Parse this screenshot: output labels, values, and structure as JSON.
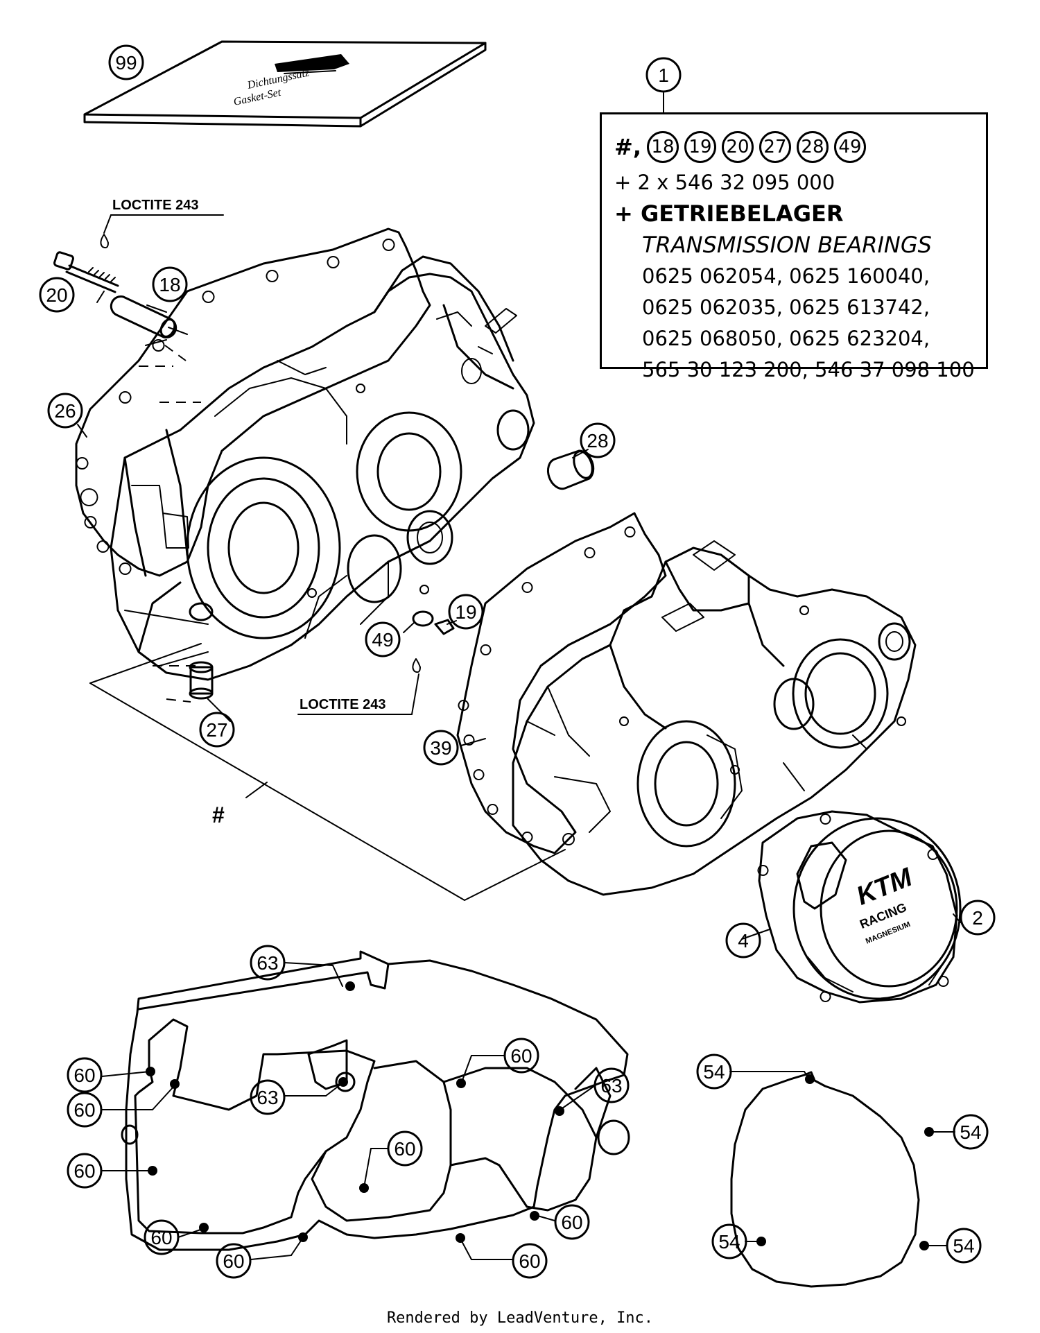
{
  "callouts": {
    "c99": "99",
    "c1": "1",
    "c20": "20",
    "c18": "18",
    "c26": "26",
    "c28": "28",
    "c19": "19",
    "c49": "49",
    "c27": "27",
    "c39": "39",
    "c2": "2",
    "c4": "4",
    "c63a": "63",
    "c63b": "63",
    "c63c": "63",
    "c60a": "60",
    "c60b": "60",
    "c60c": "60",
    "c60d": "60",
    "c60e": "60",
    "c60f": "60",
    "c60g": "60",
    "c60h": "60",
    "c60i": "60",
    "c54a": "54",
    "c54b": "54",
    "c54c": "54",
    "c54d": "54"
  },
  "labels": {
    "loctite_top": "LOCTITE 243",
    "loctite_mid": "LOCTITE 243",
    "hash": "#"
  },
  "gasket_set": {
    "line1": "Dichtungssatz",
    "line2": "Gasket-Set"
  },
  "info_box": {
    "hash": "#,",
    "refs": [
      "18",
      "19",
      "20",
      "27",
      "28",
      "49"
    ],
    "line_screws": "+ 2 x 546 32 095 000",
    "line_getriebe": "+ GETRIEBELAGER",
    "line_transmission": "TRANSMISSION BEARINGS",
    "bearing_lines": [
      "0625 062054, 0625 160040,",
      "0625 062035, 0625 613742,",
      "0625 068050, 0625 623204,",
      "565 30 123 200, 546 37 098 100"
    ]
  },
  "cover_logo": {
    "brand": "KTM",
    "line2": "RACING",
    "line3": "MAGNESIUM"
  },
  "footer": "Rendered by LeadVenture, Inc."
}
